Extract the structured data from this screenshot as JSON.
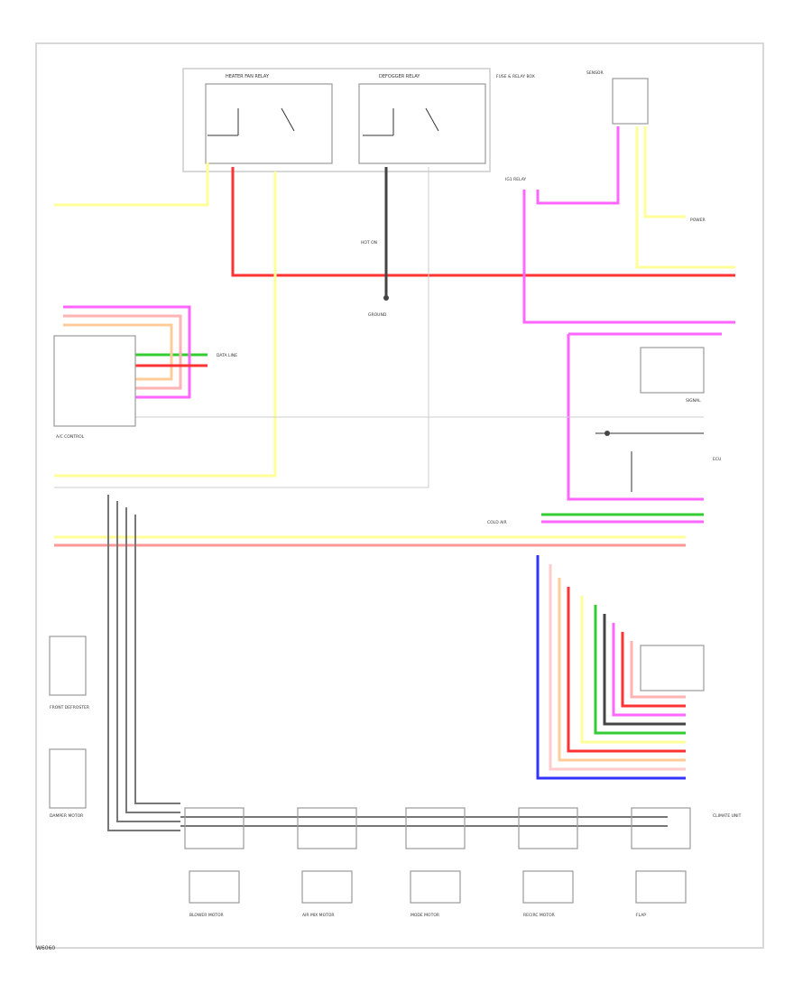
{
  "footer": {
    "id_label": "W6060"
  },
  "wire_colors": {
    "yellow": "#ffff99",
    "red": "#ff3333",
    "pink": "#ff66ff",
    "green": "#33cc33",
    "orange": "#ff9933",
    "dark_gray": "#444444",
    "blue": "#3333ff",
    "light_pink": "#ffb3b3",
    "black": "#000000"
  },
  "labels": {
    "heater_fan_relay": "HEATER FAN RELAY",
    "defogger_relay": "DEFOGGER RELAY",
    "fuse_relay_box": "FUSE & RELAY BOX",
    "ig1_relay": "IG1 RELAY",
    "hot_on": "HOT ON",
    "ground": "GROUND",
    "ac_control": "A/C CONTROL",
    "ecu": "ECU",
    "cold_air": "COLD AIR",
    "flap": "FLAP",
    "damper_motor": "DAMPER MOTOR",
    "blower_motor": "BLOWER MOTOR",
    "recirc_motor": "RECIRC MOTOR",
    "mode_motor": "MODE MOTOR",
    "air_mix_motor": "AIR MIX MOTOR",
    "front_defroster": "FRONT DEFROSTER",
    "climate_unit": "CLIMATE UNIT",
    "sensor": "SENSOR",
    "data_line": "DATA LINE",
    "power": "POWER",
    "signal": "SIGNAL"
  }
}
